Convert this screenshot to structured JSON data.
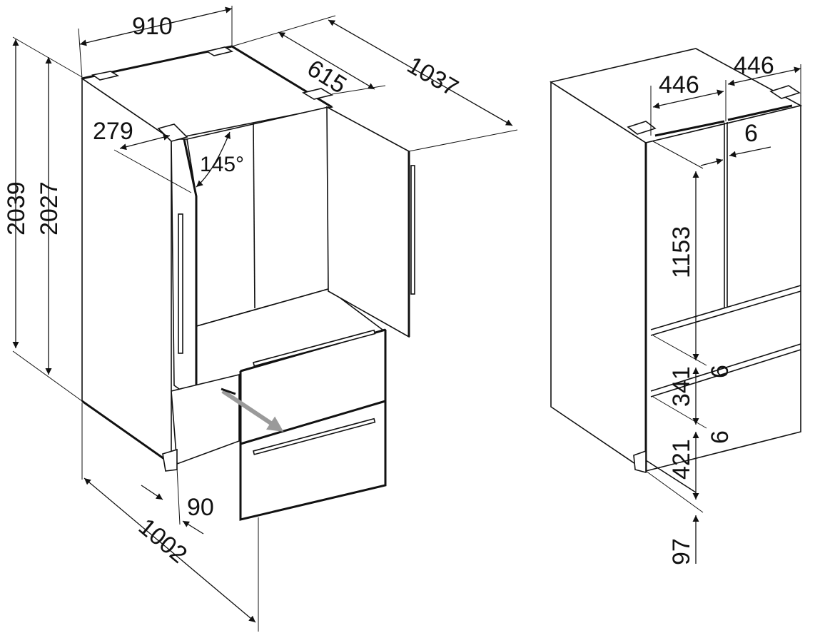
{
  "left_view": {
    "width": "910",
    "depth_closed": "615",
    "depth_open": "1037",
    "door_clearance": "279",
    "door_angle": "145°",
    "height_total": "2039",
    "height_body": "2027",
    "drawer_offset": "90",
    "depth_drawer_open": "1002"
  },
  "right_view": {
    "door_width_left": "446",
    "door_width_right": "446",
    "door_gap": "6",
    "upper_height": "1153",
    "gap_upper": "6",
    "middle_height": "341",
    "gap_lower": "6",
    "lower_height": "421",
    "plinth_height": "97"
  },
  "colors": {
    "line": "#111111",
    "arrow": "#9a9a9a",
    "background": "#ffffff"
  }
}
